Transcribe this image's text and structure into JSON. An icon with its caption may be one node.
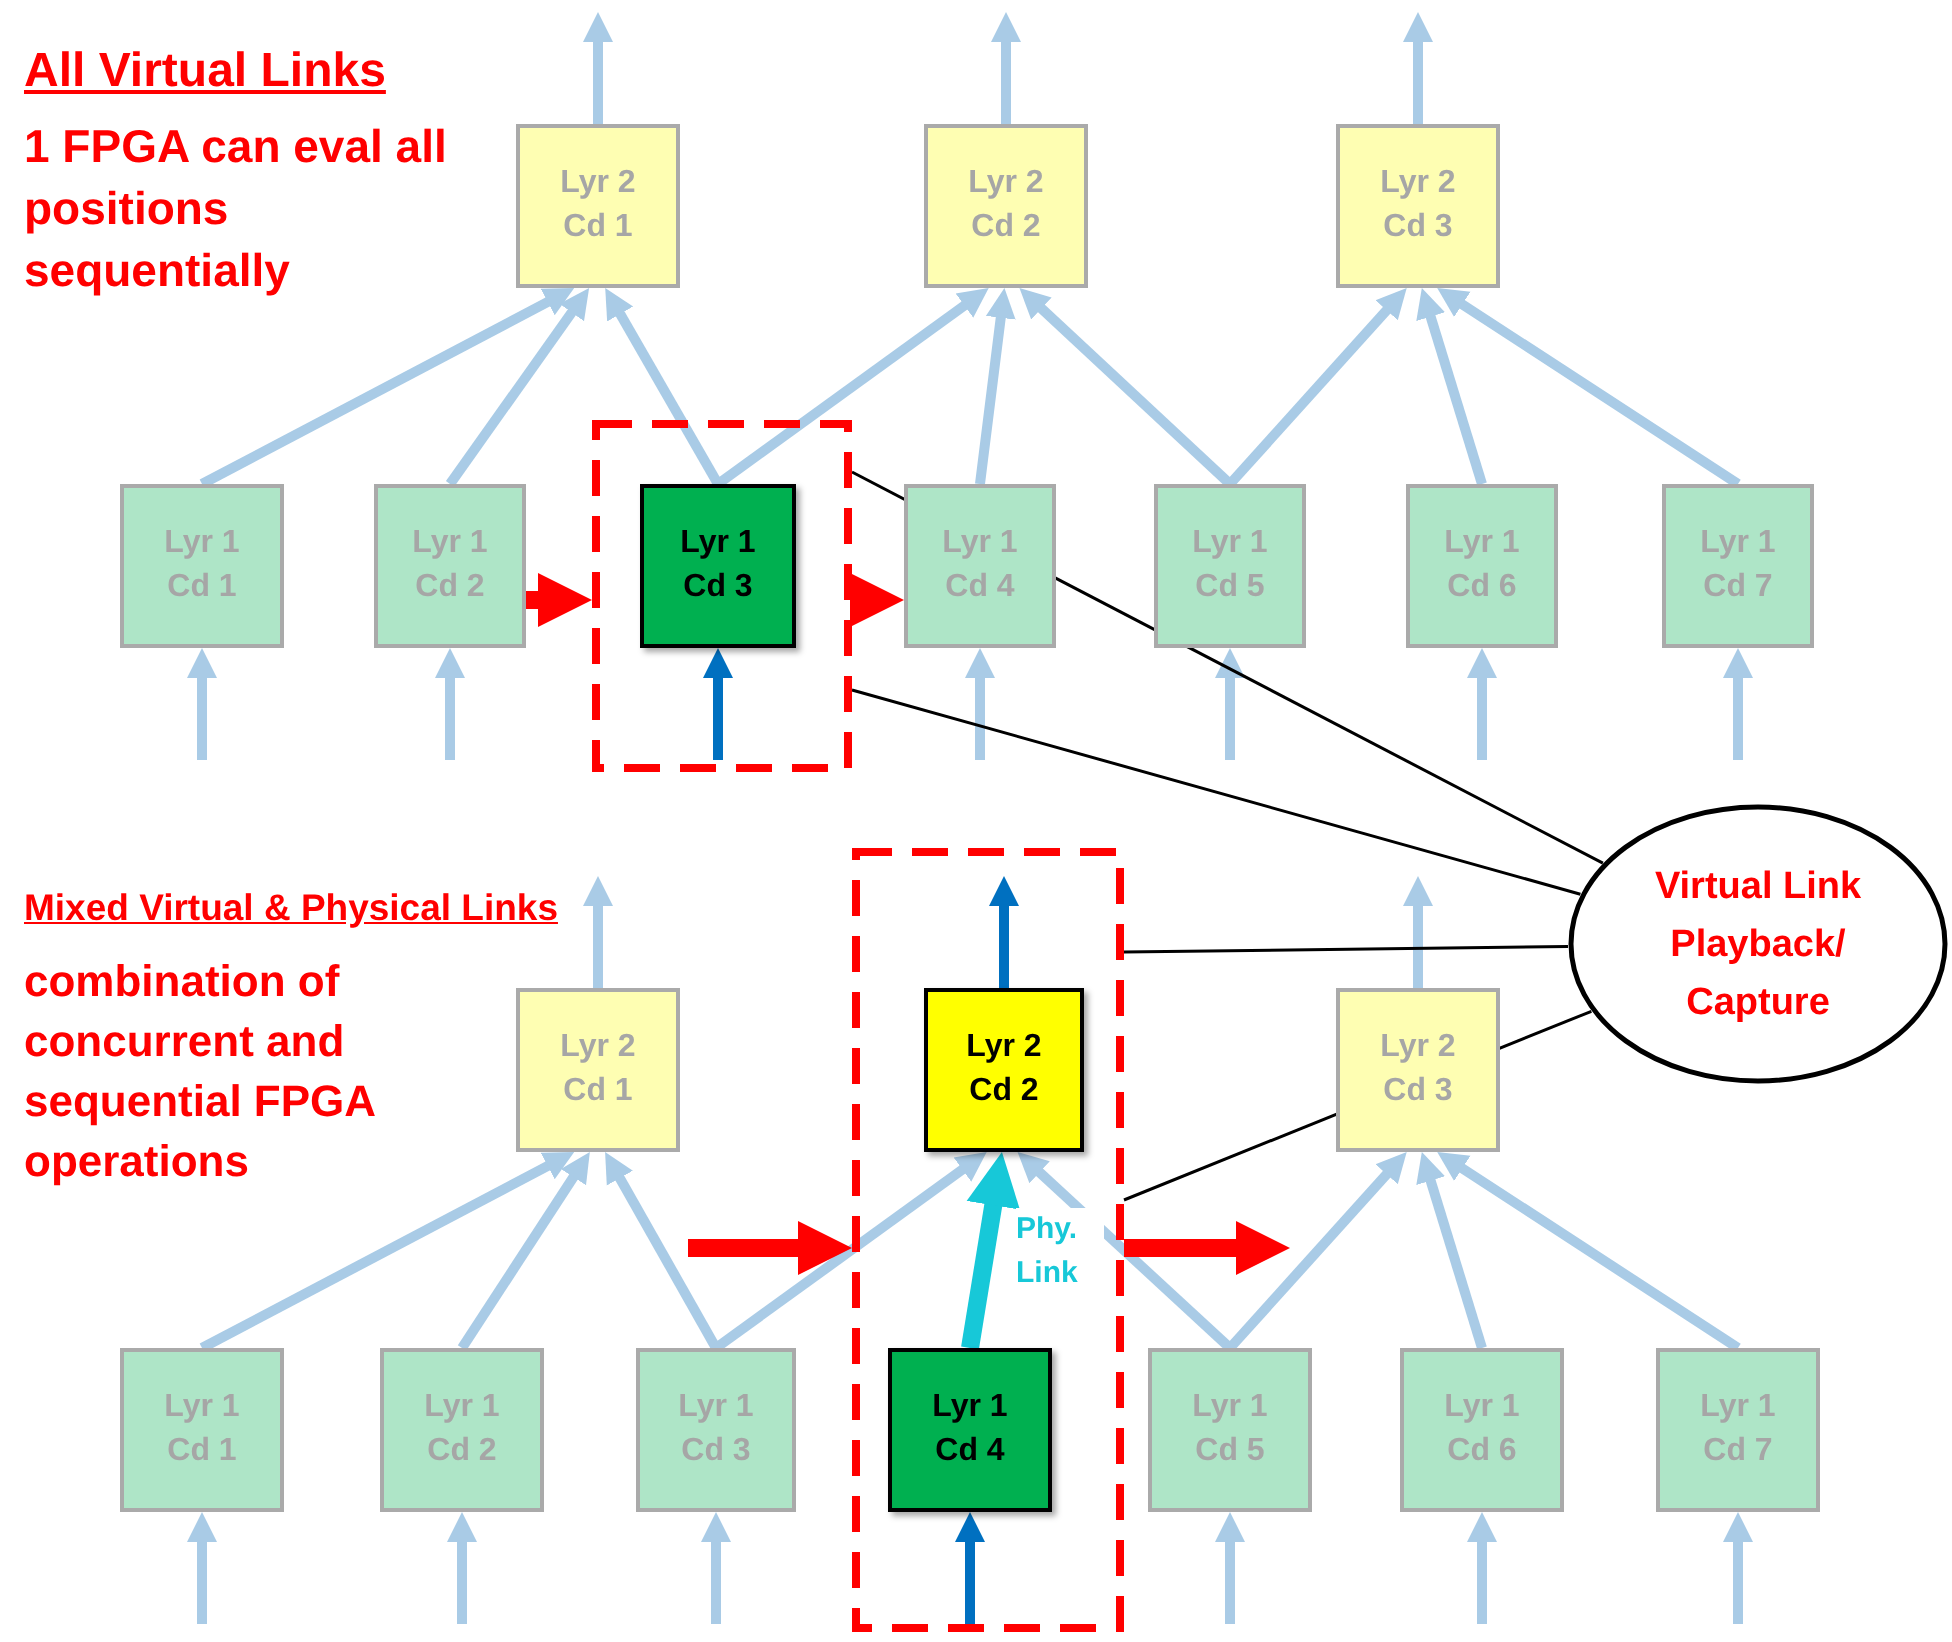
{
  "diagram": {
    "nodes": [
      {
        "text": [
          "Lyr 2 Cd 1"
        ]
      },
      {
        "text": [
          "Lyr 2 Cd 2"
        ]
      },
      {
        "text": [
          "Lyr 2 Cd 3"
        ]
      },
      {
        "text": [],
        "shape": "box"
      },
      {
        "text": [
          "Lyr 1 Cd 1"
        ]
      },
      {
        "text": [
          "Lyr 1 Cd 2"
        ]
      },
      {
        "text": [
          "Lyr 1 Cd 3"
        ],
        "in": 3
      },
      {
        "text": [
          "Lyr 1 Cd 4"
        ]
      },
      {
        "text": [
          "Lyr 1 Cd 5"
        ]
      },
      {
        "text": [
          "Lyr 1 Cd 6"
        ]
      },
      {
        "text": [
          "Lyr 1 Cd 7"
        ]
      },
      {
        "text": [
          "Virtual Link Playback/ Capture"
        ]
      },
      {
        "text": [],
        "shape": "box"
      },
      {
        "text": [
          "Lyr 2 Cd 1"
        ]
      },
      {
        "text": [
          "Lyr 2 Cd 2"
        ],
        "in": 12
      },
      {
        "text": [
          "Lyr 2 Cd 3"
        ]
      },
      {
        "text": [
          "Lyr 1 Cd 1"
        ]
      },
      {
        "text": [
          "Lyr 1 Cd 2"
        ]
      },
      {
        "text": [
          "Lyr 1 Cd 3"
        ]
      },
      {
        "text": [
          "Lyr 1 Cd 4"
        ],
        "in": 12
      },
      {
        "text": [
          "Lyr 1 Cd 5"
        ]
      },
      {
        "text": [
          "Lyr 1 Cd 6"
        ]
      },
      {
        "text": [
          "Lyr 1 Cd 7"
        ]
      }
    ],
    "edges": [
      {
        "from": null,
        "to": 4,
        "arrow": "to"
      },
      {
        "from": null,
        "to": 5,
        "arrow": "to"
      },
      {
        "from": null,
        "to": 6,
        "arrow": "to",
        "color": "#0070c0"
      },
      {
        "from": null,
        "to": 7,
        "arrow": "to"
      },
      {
        "from": null,
        "to": 8,
        "arrow": "to"
      },
      {
        "from": null,
        "to": 9,
        "arrow": "to"
      },
      {
        "from": null,
        "to": 10,
        "arrow": "to"
      },
      {
        "from": 0,
        "to": null,
        "arrow": "to"
      },
      {
        "from": 1,
        "to": null,
        "arrow": "to"
      },
      {
        "from": 2,
        "to": null,
        "arrow": "to"
      },
      {
        "from": 4,
        "to": 0,
        "arrow": "to"
      },
      {
        "from": 5,
        "to": 0,
        "arrow": "to"
      },
      {
        "from": 6,
        "to": 0,
        "arrow": "to"
      },
      {
        "from": 6,
        "to": 1,
        "arrow": "to"
      },
      {
        "from": 7,
        "to": 1,
        "arrow": "to"
      },
      {
        "from": 8,
        "to": 1,
        "arrow": "to"
      },
      {
        "from": 8,
        "to": 2,
        "arrow": "to"
      },
      {
        "from": 9,
        "to": 2,
        "arrow": "to"
      },
      {
        "from": 10,
        "to": 2,
        "arrow": "to"
      },
      {
        "from": 5,
        "to": 3,
        "arrow": "to",
        "style": "thick",
        "color": "#ff0000"
      },
      {
        "from": 3,
        "to": 7,
        "arrow": "to",
        "style": "thick",
        "color": "#ff0000"
      },
      {
        "from": 11,
        "to": 3,
        "arrow": "none",
        "color": "#000000"
      },
      {
        "from": 11,
        "to": 3,
        "arrow": "none",
        "color": "#000000"
      },
      {
        "from": null,
        "to": 16,
        "arrow": "to"
      },
      {
        "from": null,
        "to": 17,
        "arrow": "to"
      },
      {
        "from": null,
        "to": 18,
        "arrow": "to"
      },
      {
        "from": null,
        "to": 19,
        "arrow": "to",
        "color": "#0070c0"
      },
      {
        "from": null,
        "to": 20,
        "arrow": "to"
      },
      {
        "from": null,
        "to": 21,
        "arrow": "to"
      },
      {
        "from": null,
        "to": 22,
        "arrow": "to"
      },
      {
        "from": 13,
        "to": null,
        "arrow": "to"
      },
      {
        "from": 14,
        "to": null,
        "arrow": "to",
        "color": "#0070c0"
      },
      {
        "from": 15,
        "to": null,
        "arrow": "to"
      },
      {
        "from": 16,
        "to": 13,
        "arrow": "to"
      },
      {
        "from": 17,
        "to": 13,
        "arrow": "to"
      },
      {
        "from": 18,
        "to": 13,
        "arrow": "to"
      },
      {
        "from": 18,
        "to": 14,
        "arrow": "to"
      },
      {
        "from": 19,
        "to": 14,
        "arrow": "to",
        "label": "Phy. Link",
        "style": "thick",
        "color": "#17c8d8"
      },
      {
        "from": 20,
        "to": 14,
        "arrow": "to"
      },
      {
        "from": 20,
        "to": 15,
        "arrow": "to"
      },
      {
        "from": 21,
        "to": 15,
        "arrow": "to"
      },
      {
        "from": 22,
        "to": 15,
        "arrow": "to"
      },
      {
        "from": null,
        "to": 12,
        "arrow": "to",
        "style": "thick",
        "color": "#ff0000"
      },
      {
        "from": 12,
        "to": null,
        "arrow": "to",
        "style": "thick",
        "color": "#ff0000"
      },
      {
        "from": 11,
        "to": 12,
        "arrow": "none",
        "color": "#000000"
      },
      {
        "from": 11,
        "to": 12,
        "arrow": "none",
        "color": "#000000"
      }
    ],
    "labels": [
      "All Virtual Links",
      "1 FPGA can eval all positions sequentially",
      "Mixed Virtual & Physical Links",
      "combination of concurrent and sequential FPGA operations"
    ]
  }
}
